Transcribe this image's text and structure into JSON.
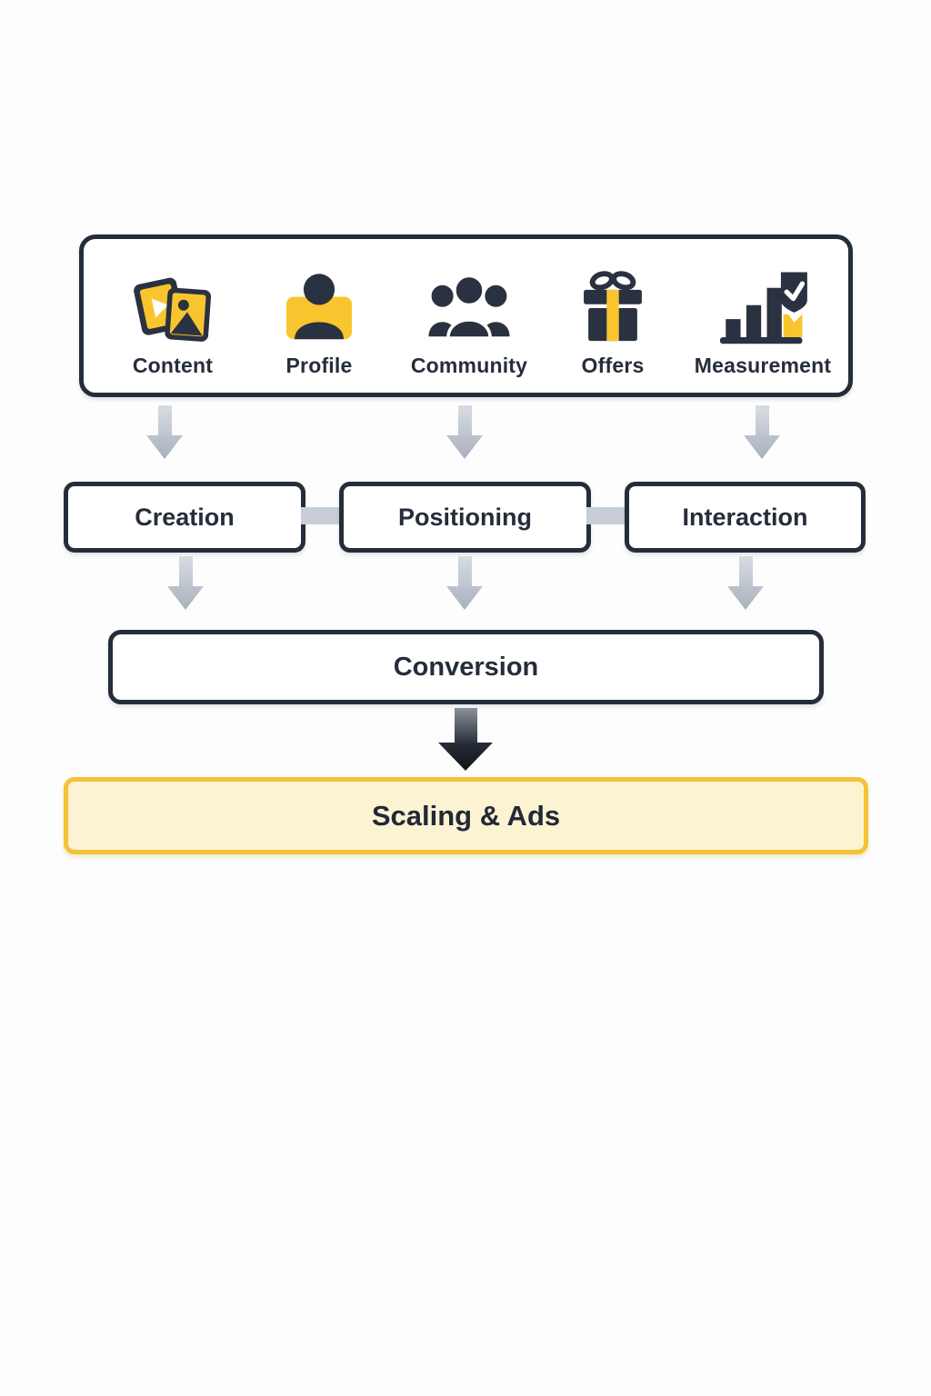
{
  "palette": {
    "dark_border_text": "#262d3a",
    "icon_dark": "#2a3140",
    "accent_yellow": "#f9c52f",
    "gold_border": "#f4c237",
    "pale_yellow_fill": "#fcf3d3",
    "arrow_gray": "#bdc4ce",
    "connector_gray": "#c8ced8",
    "background": "#fdfdfe"
  },
  "inputs_row": {
    "items": [
      {
        "label": "Content",
        "icon": "content-icon"
      },
      {
        "label": "Profile",
        "icon": "profile-icon"
      },
      {
        "label": "Community",
        "icon": "community-icon"
      },
      {
        "label": "Offers",
        "icon": "offers-icon"
      },
      {
        "label": "Measurement",
        "icon": "measurement-icon"
      }
    ]
  },
  "stage_row": {
    "items": [
      {
        "label": "Creation"
      },
      {
        "label": "Positioning"
      },
      {
        "label": "Interaction"
      }
    ]
  },
  "conversion": {
    "label": "Conversion"
  },
  "final": {
    "label": "Scaling & Ads"
  }
}
